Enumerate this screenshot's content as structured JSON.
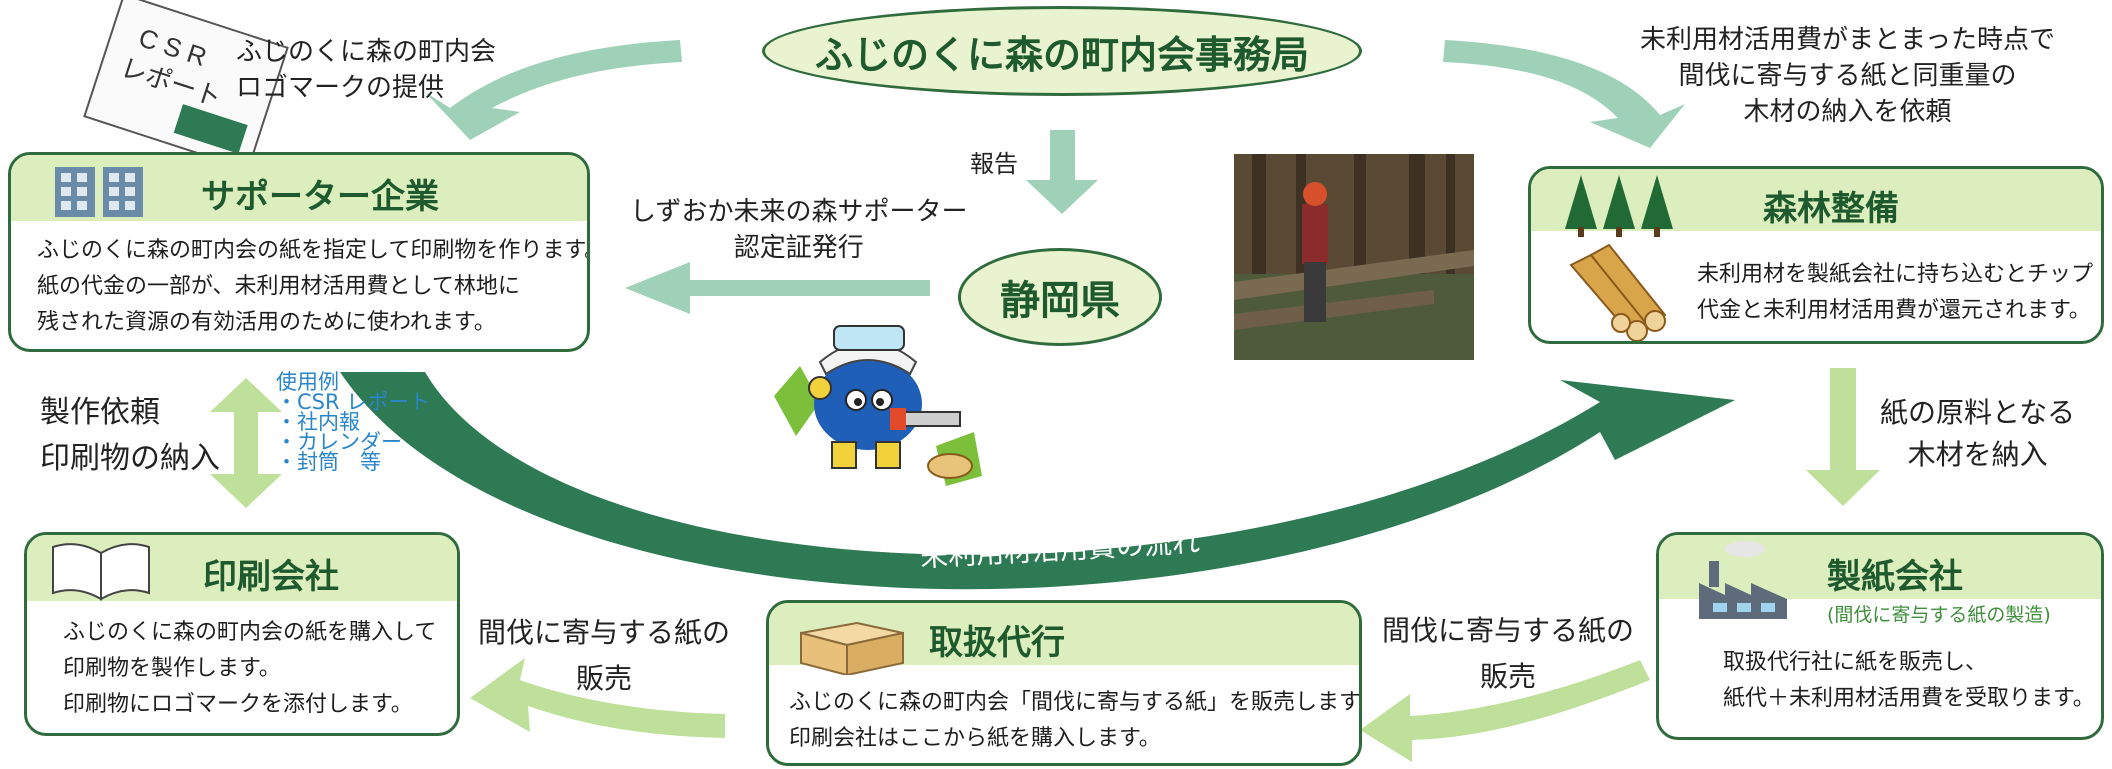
{
  "center": {
    "office": "ふじのくに森の町内会事務局",
    "prefecture": "静岡県"
  },
  "csr_report": {
    "label_line1": "C S R",
    "label_line2": "レポート",
    "caption_line1": "ふじのくに森の町内会",
    "caption_line2": "ロゴマークの提供"
  },
  "supporter": {
    "title": "サポーター企業",
    "lines": [
      "ふじのくに森の町内会の紙を指定して印刷物を作ります。",
      "紙の代金の一部が、未利用材活用費として林地に",
      "残された資源の有効活用のために使われます。"
    ]
  },
  "forest": {
    "title": "森林整備",
    "lines": [
      "未利用材を製紙会社に持ち込むとチップ",
      "代金と未利用材活用費が還元されます。"
    ]
  },
  "paper_mill": {
    "title": "製紙会社",
    "subtitle": "(間伐に寄与する紙の製造)",
    "lines": [
      "取扱代行社に紙を販売し、",
      "紙代＋未利用材活用費を受取ります。"
    ]
  },
  "agent": {
    "title": "取扱代行",
    "lines": [
      "ふじのくに森の町内会「間伐に寄与する紙」を販売します。",
      "印刷会社はここから紙を購入します。"
    ]
  },
  "printer": {
    "title": "印刷会社",
    "lines": [
      "ふじのくに森の町内会の紙を購入して",
      "印刷物を製作します。",
      "印刷物にロゴマークを添付します。"
    ]
  },
  "labels": {
    "report": "報告",
    "cert_line1": "しずおか未来の森サポーター",
    "cert_line2": "認定証発行",
    "request_line1": "未利用材活用費がまとまった時点で",
    "request_line2": "間伐に寄与する紙と同重量の",
    "request_line3": "木材の納入を依頼",
    "raw_line1": "紙の原料となる",
    "raw_line2": "木材を納入",
    "sale1_line1": "間伐に寄与する紙の",
    "sale1_line2": "販売",
    "sale2_line1": "間伐に寄与する紙の",
    "sale2_line2": "販売",
    "order_line1": "製作依頼",
    "order_line2": "印刷物の納入",
    "flow": "未利用材活用費の流れ"
  },
  "usage": {
    "heading": "使用例",
    "items": [
      "・CSR レポート",
      "・社内報",
      "・カレンダー",
      "・封筒　等"
    ]
  },
  "colors": {
    "dark_green": "#2e7a55",
    "light_arrow": "#9ed1b8",
    "lime_arrow": "#bfe09a",
    "box_border": "#2f6b3c",
    "header_fill": "#dceebe"
  }
}
